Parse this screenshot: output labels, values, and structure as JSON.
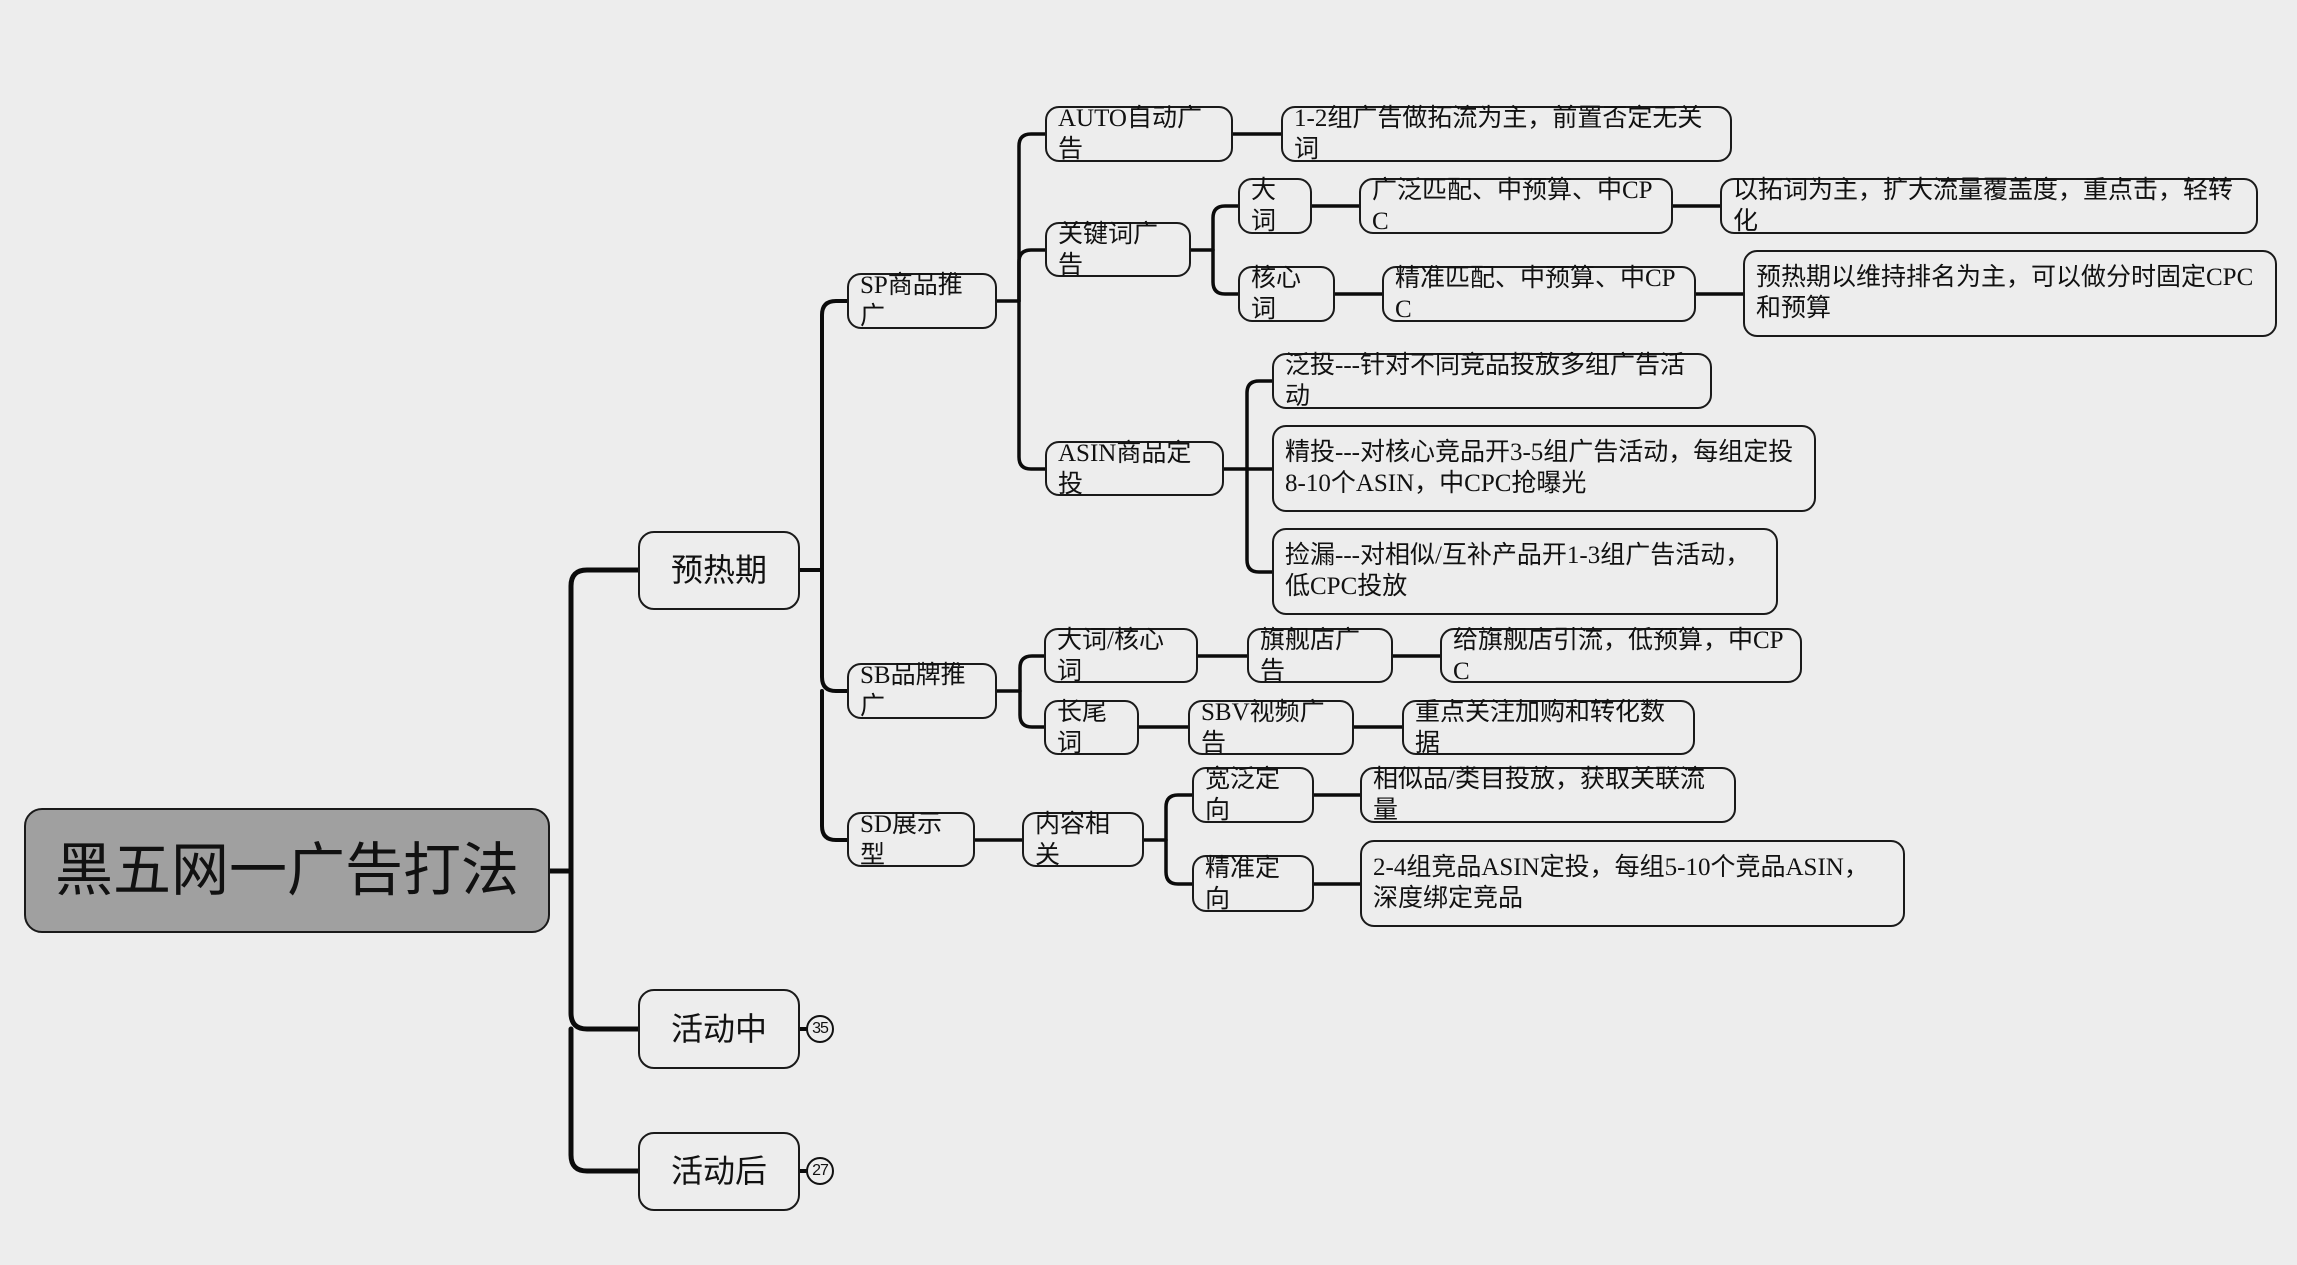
{
  "title": "黑五网一广告打法",
  "branches": {
    "preheat": {
      "label": "预热期"
    },
    "during": {
      "label": "活动中",
      "collapsed_count": "35"
    },
    "after": {
      "label": "活动后",
      "collapsed_count": "27"
    }
  },
  "sp": {
    "label": "SP商品推广",
    "auto": {
      "label": "AUTO自动广告",
      "note": "1-2组广告做拓流为主，前置否定无关词"
    },
    "keyword": {
      "label": "关键词广告",
      "broad": {
        "label": "大词",
        "strategy": "广泛匹配、中预算、中CPC",
        "note": "以拓词为主，扩大流量覆盖度，重点击，轻转化"
      },
      "core": {
        "label": "核心词",
        "strategy": "精准匹配、中预算、中CPC",
        "note": "预热期以维持排名为主，可以做分时固定CPC和预算"
      }
    },
    "asin": {
      "label": "ASIN商品定投",
      "items": [
        "泛投---针对不同竞品投放多组广告活动",
        "精投---对核心竞品开3-5组广告活动，每组定投8-10个ASIN，中CPC抢曝光",
        "捡漏---对相似/互补产品开1-3组广告活动，低CPC投放"
      ]
    }
  },
  "sb": {
    "label": "SB品牌推广",
    "main_keywords": {
      "label": "大词/核心词",
      "ad": "旗舰店广告",
      "note": "给旗舰店引流，低预算，中CPC"
    },
    "long_tail": {
      "label": "长尾词",
      "ad": "SBV视频广告",
      "note": "重点关注加购和转化数据"
    }
  },
  "sd": {
    "label": "SD展示型",
    "content": {
      "label": "内容相关",
      "broad": {
        "label": "宽泛定向",
        "note": "相似品/类目投放，获取关联流量"
      },
      "precise": {
        "label": "精准定向",
        "note": "2-4组竞品ASIN定投，每组5-10个竞品ASIN，深度绑定竞品"
      }
    }
  }
}
